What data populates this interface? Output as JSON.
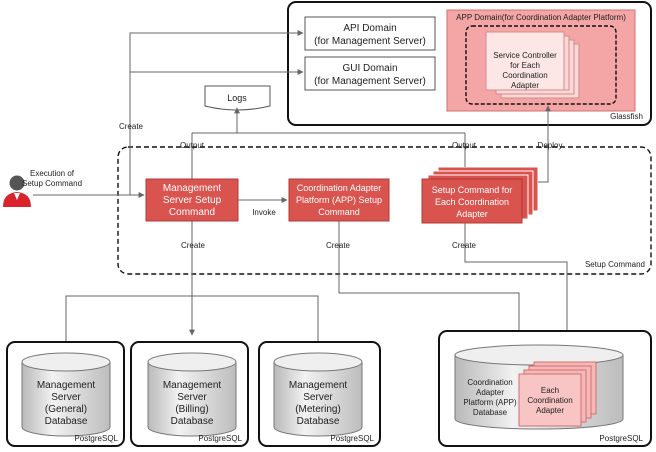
{
  "boxes": {
    "api_domain": [
      "API Domain",
      "(for Management Server)"
    ],
    "gui_domain": [
      "GUI Domain",
      "(for Management Server)"
    ],
    "app_domain": "APP Domain(for Coordination Adapter Platform)",
    "service_controller": [
      "Service Controller",
      "for Each",
      "Coordination",
      "Adapter"
    ],
    "glassfish": "Glassfish",
    "logs": "Logs",
    "mgmt_setup": [
      "Management",
      "Server Setup",
      "Command"
    ],
    "app_setup": [
      "Coordination Adapter",
      "Platform (APP) Setup",
      "Command"
    ],
    "each_setup": [
      "Setup Command for",
      "Each Coordination",
      "Adapter"
    ],
    "setup_command_region": "Setup Command",
    "db_general": [
      "Management",
      "Server",
      "(General)",
      "Database"
    ],
    "db_billing": [
      "Management",
      "Server",
      "(Billing)",
      "Database"
    ],
    "db_metering": [
      "Management",
      "Server",
      "(Metering)",
      "Database"
    ],
    "db_app": [
      "Coordination",
      "Adapter",
      "Platform (APP)",
      "Database"
    ],
    "db_adapter": [
      "Each",
      "Coordination",
      "Adapter"
    ],
    "postgresql": "PostgreSQL"
  },
  "labels": {
    "execution": [
      "Execution of",
      "Setup Command"
    ],
    "create": "Create",
    "output": "Output",
    "deploy": "Deploy",
    "invoke": "Invoke"
  },
  "colors": {
    "accent_red": "#d9534f",
    "app_domain_fill": "#f4a6a6",
    "light_pink": "#fbd9d9",
    "db_gray": "#dcdcdc"
  }
}
